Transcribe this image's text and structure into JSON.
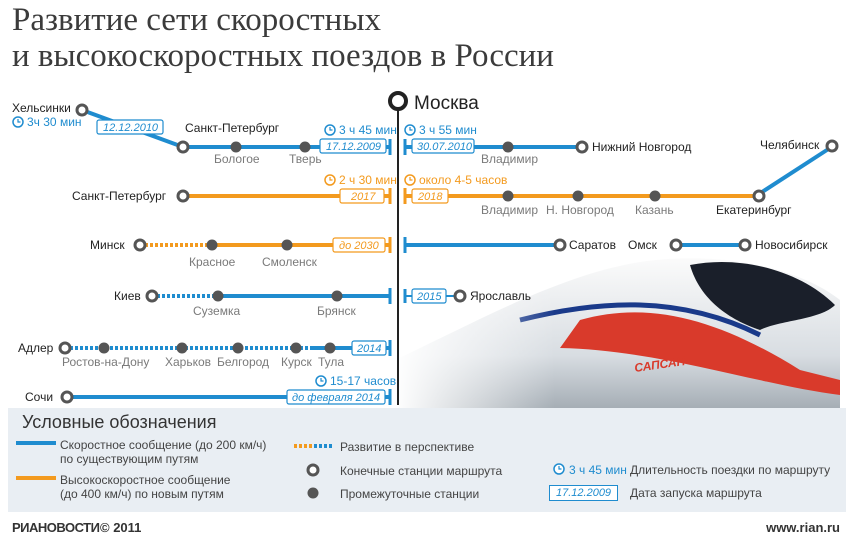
{
  "title": {
    "line1": "Развитие сети скоростных",
    "line2": "и высокоскоростных поездов в России"
  },
  "hub": "Москва",
  "colors": {
    "fast": "#1f8ccf",
    "high_speed": "#f39a1e",
    "station_gray": "#555555",
    "label_gray": "#7a7a7a",
    "legend_bg": "#e9eef3"
  },
  "west": [
    {
      "id": "helsinki",
      "type": "fast",
      "end_station": "Хельсинки",
      "via_station": "Санкт-Петербург",
      "stations": [
        "Бологое",
        "Тверь"
      ],
      "duration_a": "3ч 30 мин",
      "date_a": "12.12.2010",
      "duration_b": "3 ч 45 мин",
      "date_b": "17.12.2009"
    },
    {
      "id": "spb-hs",
      "type": "high_speed",
      "end_station": "Санкт-Петербург",
      "stations": [],
      "duration": "2 ч 30 мин",
      "date": "2017"
    },
    {
      "id": "minsk",
      "type": "high_speed",
      "end_station": "Минск",
      "stations": [
        "Красное",
        "Смоленск"
      ],
      "date": "до 2030"
    },
    {
      "id": "kiev",
      "type": "fast",
      "end_station": "Киев",
      "stations": [
        "Суземка",
        "Брянск"
      ]
    },
    {
      "id": "adler",
      "type": "fast",
      "end_station": "Адлер",
      "stations": [
        "Ростов-на-Дону",
        "Харьков",
        "Белгород",
        "Курск",
        "Тула"
      ],
      "date": "2014"
    },
    {
      "id": "sochi",
      "type": "fast",
      "end_station": "Сочи",
      "stations": [],
      "duration": "15-17 часов",
      "date": "до февраля 2014"
    }
  ],
  "east": [
    {
      "id": "nnov",
      "type": "fast",
      "end_station": "Нижний Новгород",
      "stations": [
        "Владимир"
      ],
      "duration": "3 ч 55 мин",
      "date": "30.07.2010"
    },
    {
      "id": "ekb",
      "type": "high_speed",
      "end_station": "Екатеринбург",
      "stations": [
        "Владимир",
        "Н. Новгород",
        "Казань"
      ],
      "duration": "около 4-5 часов",
      "date": "2018",
      "branch_end": "Челябинск"
    },
    {
      "id": "saratov",
      "type": "fast",
      "end_station": "Саратов",
      "stations": []
    },
    {
      "id": "omsk",
      "type": "fast",
      "start_station": "Омск",
      "end_station": "Новосибирск"
    },
    {
      "id": "yaroslavl",
      "type": "fast",
      "end_station": "Ярославль",
      "date": "2015"
    }
  ],
  "train_label": "САПСАН",
  "legend": {
    "heading": "Условные обозначения",
    "fast_line": "Скоростное сообщение (до 200 км/ч)",
    "fast_line_2": "по существующим путям",
    "hs_line": "Высокоскоростное сообщение",
    "hs_line_2": "(до 400 км/ч) по новым путям",
    "prospective": "Развитие в перспективе",
    "terminal": "Конечные станции маршрута",
    "intermediate": "Промежуточные станции",
    "duration_sample": "3 ч 45 мин",
    "duration_text": "Длительность поездки по маршруту",
    "date_sample": "17.12.2009",
    "date_text": "Дата запуска маршрута"
  },
  "footer": {
    "logo": "РИАНОВОСТИ",
    "copyright": "© 2011",
    "site": "www.rian.ru"
  }
}
